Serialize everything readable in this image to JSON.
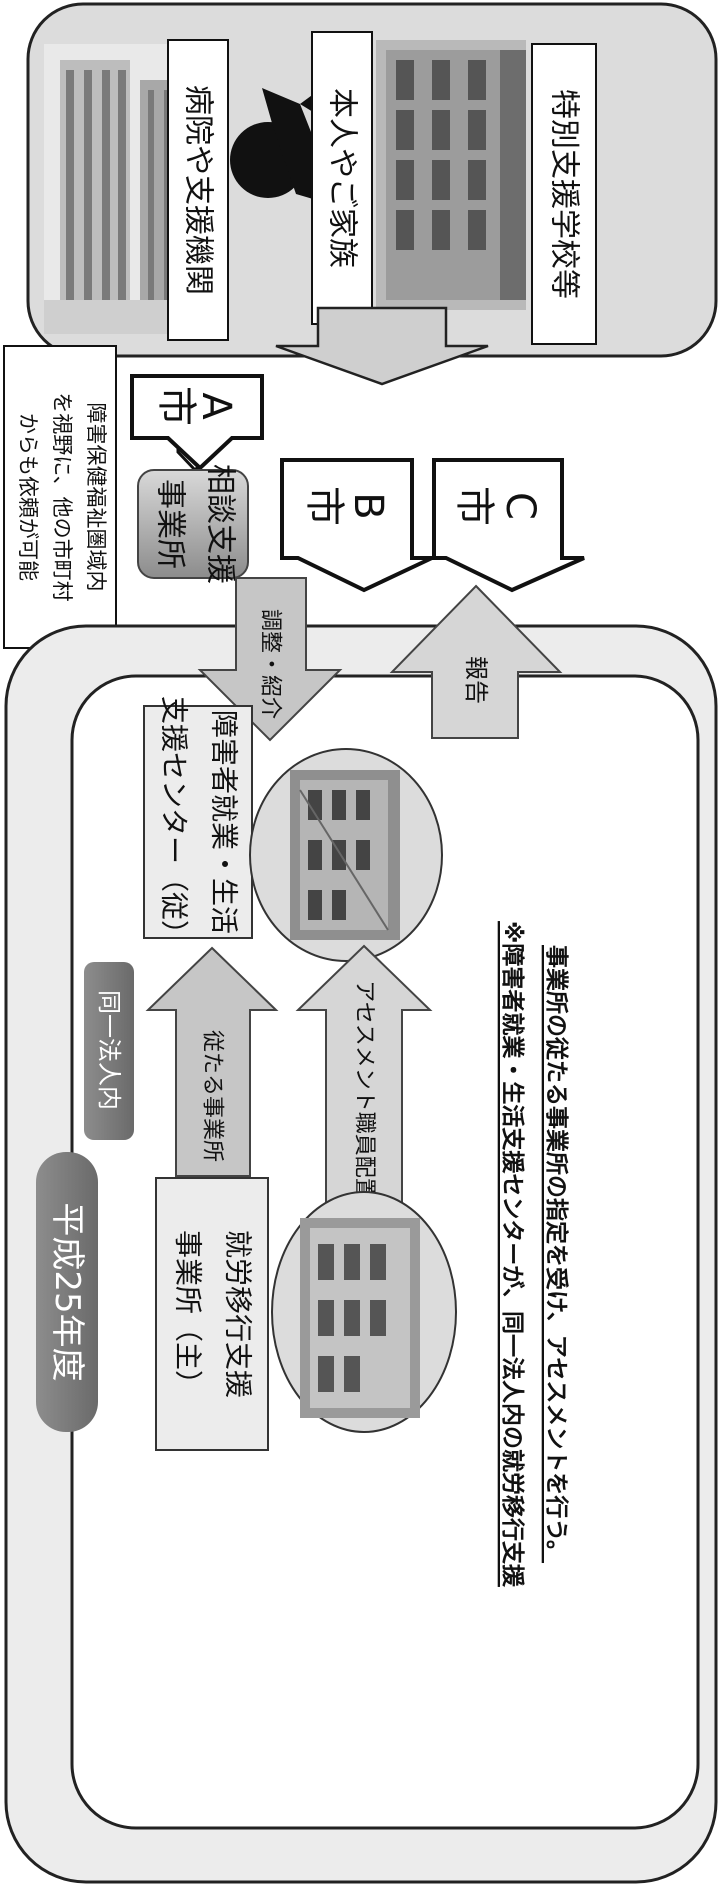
{
  "top_panel": {
    "hospital_label": "病院や支援機関",
    "family_label": "本人やご家族",
    "school_label": "特別支援学校等"
  },
  "note_area": "障害保健福祉圏域内を視野に、他の市町村からも依頼が可能",
  "note_lines": [
    "障害保健福祉圏域内",
    "を視野に、他の市町村",
    "からも依頼が可能"
  ],
  "consult_center": [
    "相談支援",
    "事業所"
  ],
  "cities": {
    "a": [
      "A",
      "市"
    ],
    "b": [
      "B",
      "市"
    ],
    "c": [
      "C",
      "市"
    ]
  },
  "arrows": {
    "coordination": "調整・紹介",
    "report": "報告",
    "subordinate": "従たる事業所",
    "assessment_staff": "アセスメント職員配置"
  },
  "main_panel": {
    "year_badge": "平成25年度",
    "same_corp_badge": "同一法人内",
    "support_center": [
      "障害者就業・生活",
      "支援センター（従）"
    ],
    "transition_office": [
      "就労移行支援",
      "事業所（主）"
    ]
  },
  "footnote": [
    "※障害者就業・生活支援センターが、同一法人内の就労移行支援",
    "事業所の従たる事業所の指定を受け、アセスメントを行う。"
  ]
}
